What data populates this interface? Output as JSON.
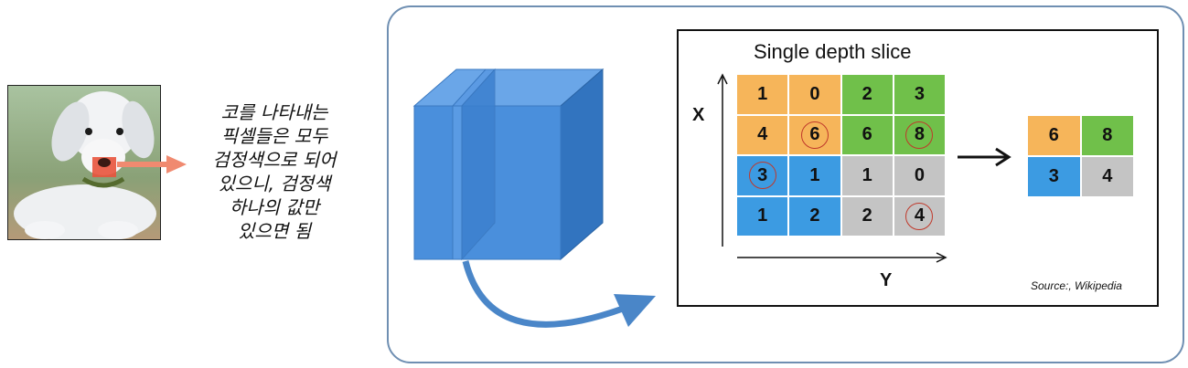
{
  "caption_lines": [
    "코를 나타내는",
    "픽셀들은 모두",
    "검정색으로 되어",
    "있으니, 검정색",
    "하나의 값만",
    "있으면 됨"
  ],
  "slice": {
    "title": "Single depth slice",
    "x_label": "X",
    "y_label": "Y",
    "source": "Source:, Wikipedia",
    "cells": [
      {
        "value": "1",
        "color": "#f6b55a",
        "circled": false
      },
      {
        "value": "0",
        "color": "#f6b55a",
        "circled": false
      },
      {
        "value": "2",
        "color": "#70c04a",
        "circled": false
      },
      {
        "value": "3",
        "color": "#70c04a",
        "circled": false
      },
      {
        "value": "4",
        "color": "#f6b55a",
        "circled": false
      },
      {
        "value": "6",
        "color": "#f6b55a",
        "circled": true
      },
      {
        "value": "6",
        "color": "#70c04a",
        "circled": false
      },
      {
        "value": "8",
        "color": "#70c04a",
        "circled": true
      },
      {
        "value": "3",
        "color": "#3c9be2",
        "circled": true
      },
      {
        "value": "1",
        "color": "#3c9be2",
        "circled": false
      },
      {
        "value": "1",
        "color": "#c4c4c4",
        "circled": false
      },
      {
        "value": "0",
        "color": "#c4c4c4",
        "circled": false
      },
      {
        "value": "1",
        "color": "#3c9be2",
        "circled": false
      },
      {
        "value": "2",
        "color": "#3c9be2",
        "circled": false
      },
      {
        "value": "2",
        "color": "#c4c4c4",
        "circled": false
      },
      {
        "value": "4",
        "color": "#c4c4c4",
        "circled": true
      }
    ]
  },
  "pooled": [
    {
      "value": "6",
      "color": "#f6b55a"
    },
    {
      "value": "8",
      "color": "#70c04a"
    },
    {
      "value": "3",
      "color": "#3c9be2"
    },
    {
      "value": "4",
      "color": "#c4c4c4"
    }
  ],
  "colors": {
    "volume_front": "#4a8fdc",
    "volume_top": "#6aa6e8",
    "volume_side": "#3274bf",
    "nose_marker": "#e8533c",
    "pointer_arrow": "#f08a70",
    "curve_arrow": "#4a86c8",
    "panel_border": "#6f8fb2"
  }
}
